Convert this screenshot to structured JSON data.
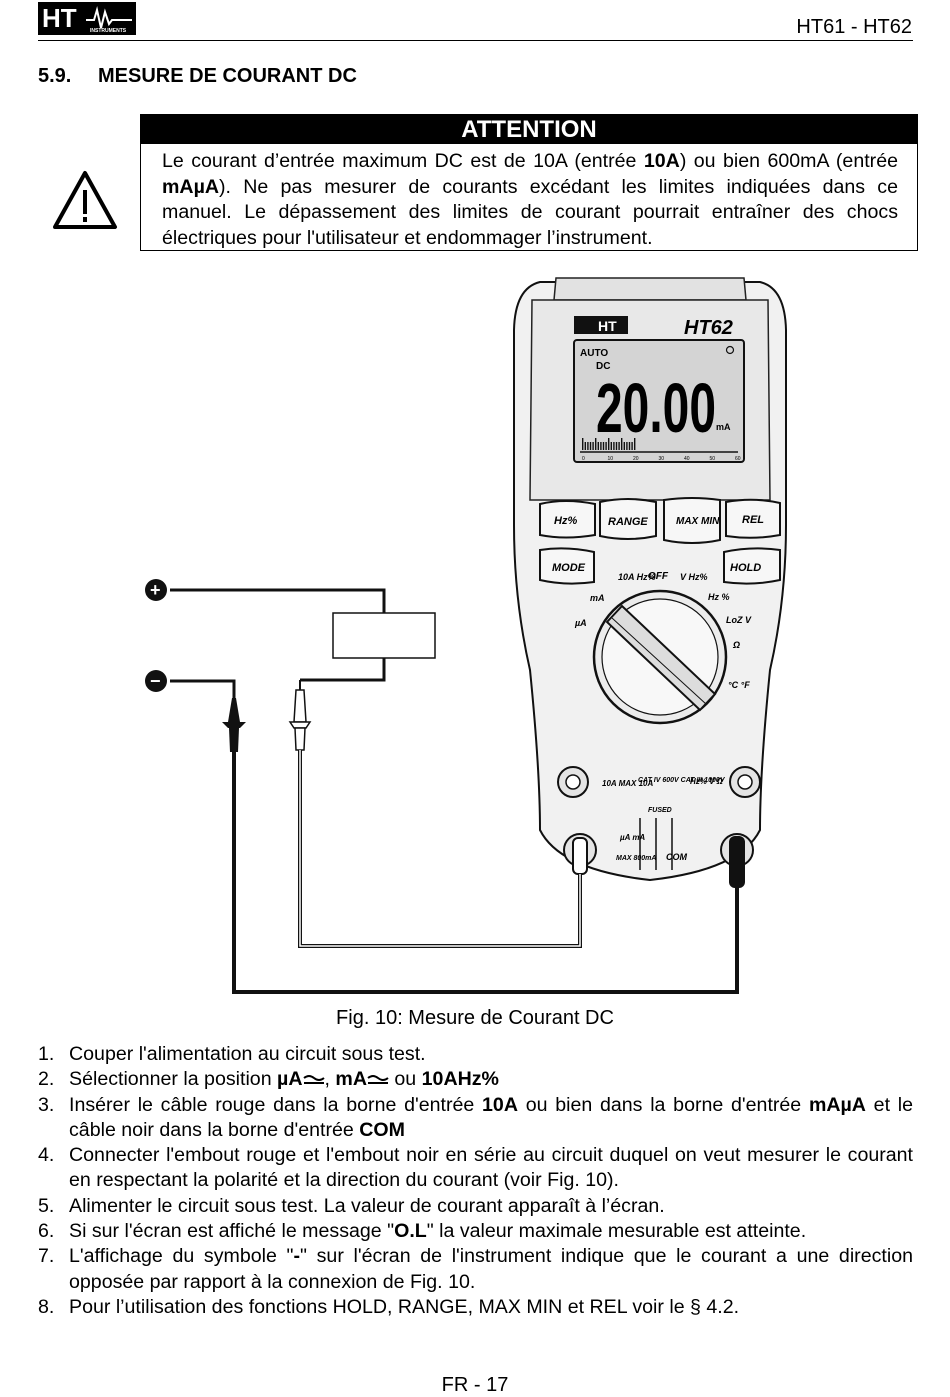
{
  "header": {
    "logo_text": "HT",
    "logo_sub": "INSTRUMENTS",
    "model_ref": "HT61 - HT62"
  },
  "section": {
    "number": "5.9.",
    "title": "MESURE DE COURANT DC"
  },
  "attention": {
    "heading": "ATTENTION",
    "p1": "Le courant d’entrée maximum DC est de 10A (entrée ",
    "p1_bold": "10A",
    "p2": ") ou bien 600mA (entrée ",
    "p2_bold": "mAµA",
    "p3": "). Ne pas mesurer de courants excédant les limites indiquées dans ce manuel. Le dépassement des limites de courant pourrait entraîner des chocs électriques pour l'utilisateur et endommager l’instrument."
  },
  "figure": {
    "brand": "HT",
    "model": "HT62",
    "lcd_auto": "AUTO",
    "lcd_dc": "DC",
    "lcd_value": "20.00",
    "lcd_unit": "mA",
    "bargraph_ticks": [
      "0",
      "10",
      "20",
      "30",
      "40",
      "50",
      "60"
    ],
    "buttons": [
      "Hz%",
      "RANGE",
      "MAX MIN",
      "REL",
      "MODE",
      "HOLD"
    ],
    "dial_labels": [
      "OFF",
      "10A Hz%",
      "mA",
      "µA",
      "V Hz%",
      "Hz %",
      "LoZ V",
      "Ω",
      "°C °F"
    ],
    "terminal_10a": "10A MAX 10A",
    "terminal_cat": "CAT IV 600V CAT III 1000V",
    "terminal_right": "Hz% V Ω",
    "fused": "FUSED",
    "terminal_ma": "µA mA",
    "terminal_max": "MAX 800mA",
    "terminal_com": "COM",
    "plus": "+",
    "minus": "−"
  },
  "caption": "Fig. 10: Mesure de Courant DC",
  "steps": {
    "s1": {
      "n": "1.",
      "t": "Couper l'alimentation au circuit sous test."
    },
    "s2": {
      "n": "2.",
      "a": "Sélectionner la position ",
      "b1": "µA",
      "c": ", ",
      "b2": "mA",
      "d": " ou ",
      "b3": "10AHz%"
    },
    "s3": {
      "n": "3.",
      "a": "Insérer le câble rouge dans la borne d'entrée ",
      "b1": "10A",
      "c": " ou bien dans la borne d'entrée ",
      "b2": "mAµA",
      "d": " et le câble noir dans la borne d'entrée ",
      "b3": "COM"
    },
    "s4": {
      "n": "4.",
      "t": "Connecter l'embout rouge et l'embout noir en série au circuit duquel on veut mesurer le courant en respectant la polarité et la direction du courant (voir Fig. 10)."
    },
    "s5": {
      "n": "5.",
      "t": "Alimenter le circuit sous test. La valeur de courant apparaît à l’écran."
    },
    "s6": {
      "n": "6.",
      "a": "Si sur l'écran est affiché le message \"",
      "b": "O.L",
      "c": "\" la valeur maximale mesurable est atteinte."
    },
    "s7": {
      "n": "7.",
      "a": "L'affichage du symbole \"",
      "b": "-",
      "c": "\" sur l'écran de l'instrument indique que le courant a une direction opposée par rapport à la connexion de Fig. 10."
    },
    "s8": {
      "n": "8.",
      "t": "Pour l’utilisation des fonctions HOLD, RANGE, MAX MIN et REL voir le § 4.2."
    }
  },
  "footer": {
    "page": "FR - 17"
  }
}
